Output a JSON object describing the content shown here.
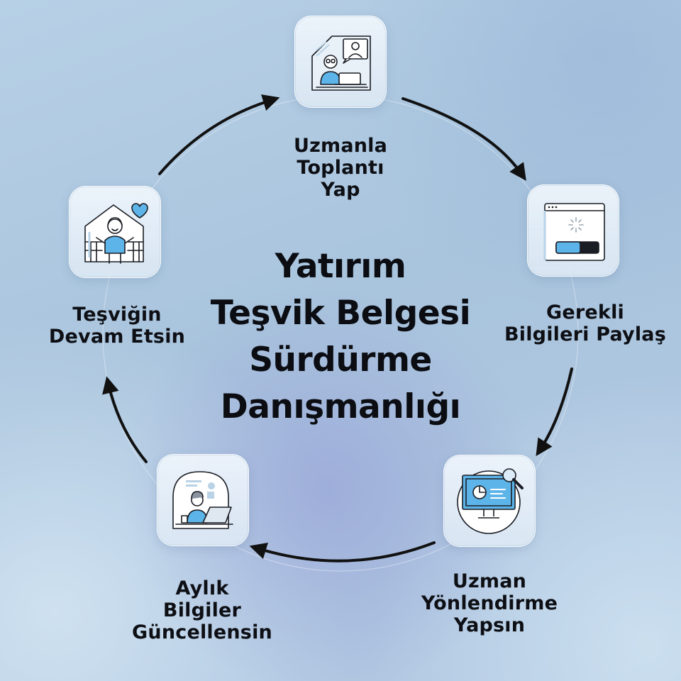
{
  "title": "Yatırım\nTeşvik Belgesi\nSürdürme\nDanışmanlığı",
  "steps": [
    {
      "label": "Uzmanla\nToplantı\nYap",
      "icon": "video-meeting-icon"
    },
    {
      "label": "Gerekli\nBilgileri Paylaş",
      "icon": "loading-window-icon"
    },
    {
      "label": "Uzman\nYönlendirme\nYapsın",
      "icon": "monitor-analytics-icon"
    },
    {
      "label": "Aylık\nBilgiler\nGüncellensin",
      "icon": "laptop-worker-icon"
    },
    {
      "label": "Teşviğin\nDevam Etsin",
      "icon": "happy-person-heart-icon"
    }
  ],
  "colors": {
    "accent": "#5db4e9",
    "stroke": "#1a1d24",
    "text": "#0d0f14"
  }
}
